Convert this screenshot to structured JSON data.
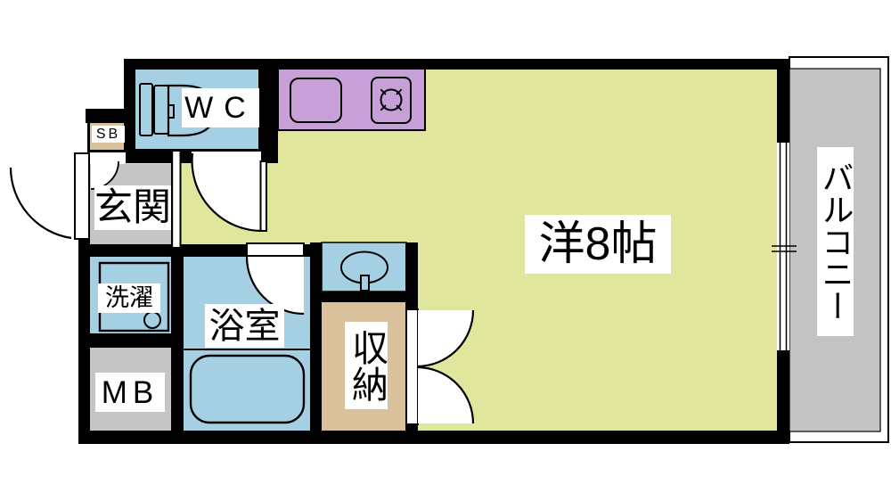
{
  "floorplan": {
    "rooms": {
      "wc": {
        "label": "WC"
      },
      "shoe_box": {
        "label": "SB"
      },
      "entrance": {
        "label": "玄関"
      },
      "laundry": {
        "label": "洗濯"
      },
      "meter_box": {
        "label": "MB"
      },
      "bathroom": {
        "label": "浴室"
      },
      "storage": {
        "label": "収納"
      },
      "main_room": {
        "label": "洋8帖"
      },
      "balcony": {
        "label": "バルコニー"
      }
    },
    "colors": {
      "main_room_yellow": "#e0e79d",
      "water_room_blue": "#a5d0e4",
      "kitchen_purple": "#c7a0d8",
      "utility_gray": "#c5c5c5",
      "storage_tan": "#d9c29b",
      "balcony_gray": "#c3c3c3",
      "wall_black": "#000000",
      "line_white": "#ffffff"
    }
  }
}
